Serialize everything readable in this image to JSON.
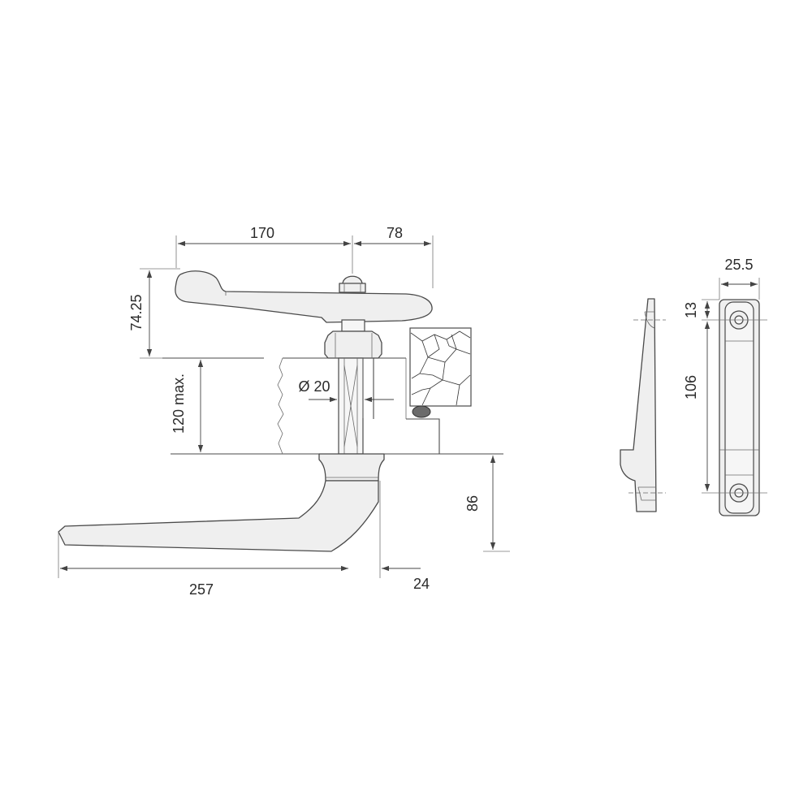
{
  "drawing": {
    "dimensions": {
      "handle_front_length": "170",
      "handle_tail_length": "78",
      "handle_height": "74.25",
      "door_thickness": "120 max.",
      "spindle_diameter": "Ø 20",
      "lower_handle_length": "257",
      "lower_handle_offset": "24",
      "lower_handle_height": "86",
      "plate_width": "25.5",
      "plate_hole_offset": "13",
      "plate_hole_spacing": "106"
    }
  }
}
